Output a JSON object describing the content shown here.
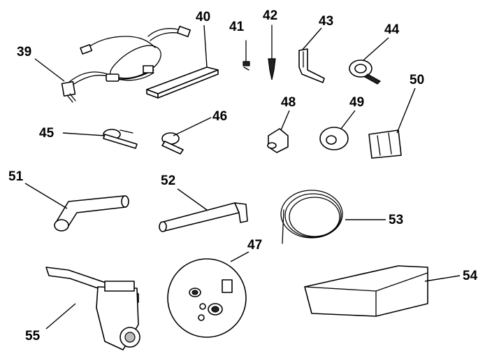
{
  "diagram": {
    "labels": {
      "p39": "39",
      "p40": "40",
      "p41": "41",
      "p42": "42",
      "p43": "43",
      "p44": "44",
      "p45": "45",
      "p46": "46",
      "p47": "47",
      "p48": "48",
      "p49": "49",
      "p50": "50",
      "p51": "51",
      "p52": "52",
      "p53": "53",
      "p54": "54",
      "p55": "55"
    }
  }
}
